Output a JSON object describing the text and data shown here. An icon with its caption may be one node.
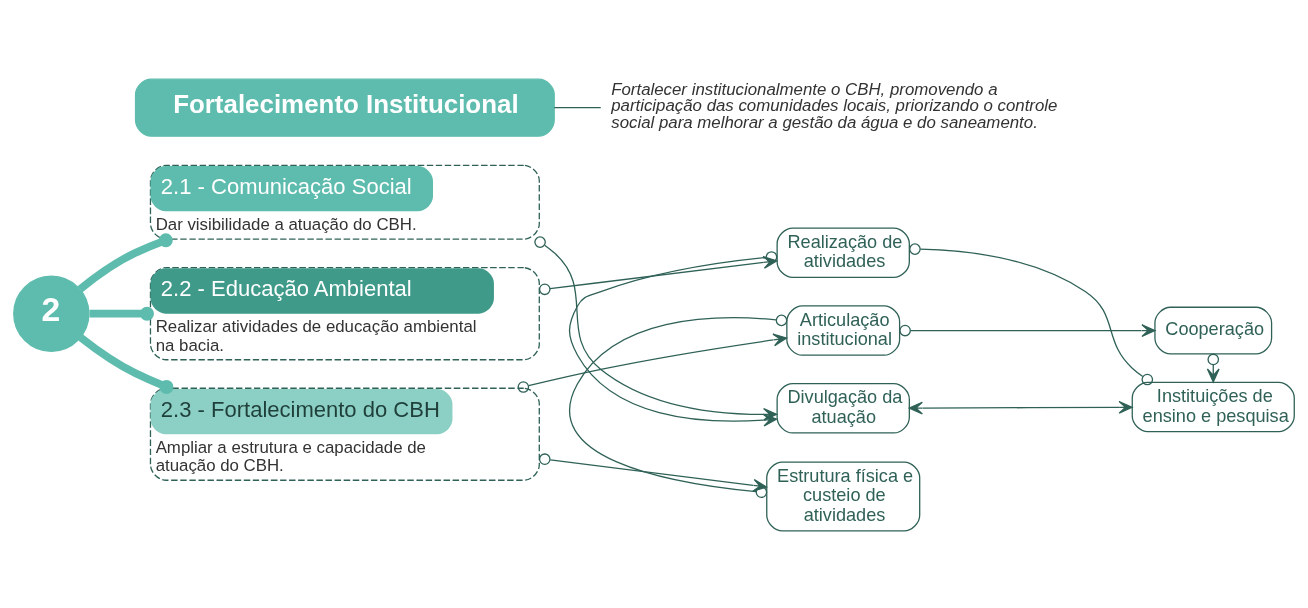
{
  "diagram": {
    "nodes": [
      {
        "text": [
          "2"
        ]
      },
      {
        "text": [
          "Fortalecimento Institucional"
        ]
      },
      {
        "text": [
          "Fortalecer institucionalmente o CBH, promovendo a participação das comunidades locais, priorizando o controle social para melhorar a gestão da água e do saneamento."
        ]
      },
      {
        "text": [
          "2.1 - Comunicação Social",
          "Dar visibilidade a atuação do CBH."
        ]
      },
      {
        "text": [
          "2.2 - Educação Ambiental",
          "Realizar atividades de educação ambiental na bacia."
        ]
      },
      {
        "text": [
          "2.3 - Fortalecimento do CBH",
          "Ampliar a estrutura e capacidade de atuação do CBH."
        ]
      },
      {
        "text": [
          "Divulgação da atuação"
        ]
      },
      {
        "text": [
          "Realização de atividades"
        ]
      },
      {
        "text": [
          "Instituições de ensino e pesquisa"
        ]
      },
      {
        "text": [
          "Articulação institucional"
        ]
      },
      {
        "text": [
          "Cooperação"
        ]
      },
      {
        "text": [
          "Estrutura física e custeio de atividades"
        ]
      }
    ],
    "edges": [
      {
        "from": 0,
        "to": 3,
        "arrow": "other",
        "style": "thick",
        "color": "#5dbcad"
      },
      {
        "from": 0,
        "to": 4,
        "arrow": "other",
        "style": "thick",
        "color": "#5dbcad"
      },
      {
        "from": 0,
        "to": 5,
        "arrow": "other",
        "style": "thick",
        "color": "#5dbcad"
      },
      {
        "from": 1,
        "to": 2,
        "arrow": "none"
      },
      {
        "from": 3,
        "to": 6,
        "arrow": "to"
      },
      {
        "from": 4,
        "to": 7,
        "arrow": "to"
      },
      {
        "from": 7,
        "to": 6,
        "arrow": "to"
      },
      {
        "from": 6,
        "to": 8,
        "arrow": "both"
      },
      {
        "from": 7,
        "to": 8,
        "arrow": "other"
      },
      {
        "from": 10,
        "to": 8,
        "arrow": "to"
      },
      {
        "from": 5,
        "to": 9,
        "arrow": "to"
      },
      {
        "from": 5,
        "to": 11,
        "arrow": "to"
      },
      {
        "from": 9,
        "to": 10,
        "arrow": "to"
      },
      {
        "from": 9,
        "to": 11,
        "arrow": "other"
      }
    ]
  }
}
